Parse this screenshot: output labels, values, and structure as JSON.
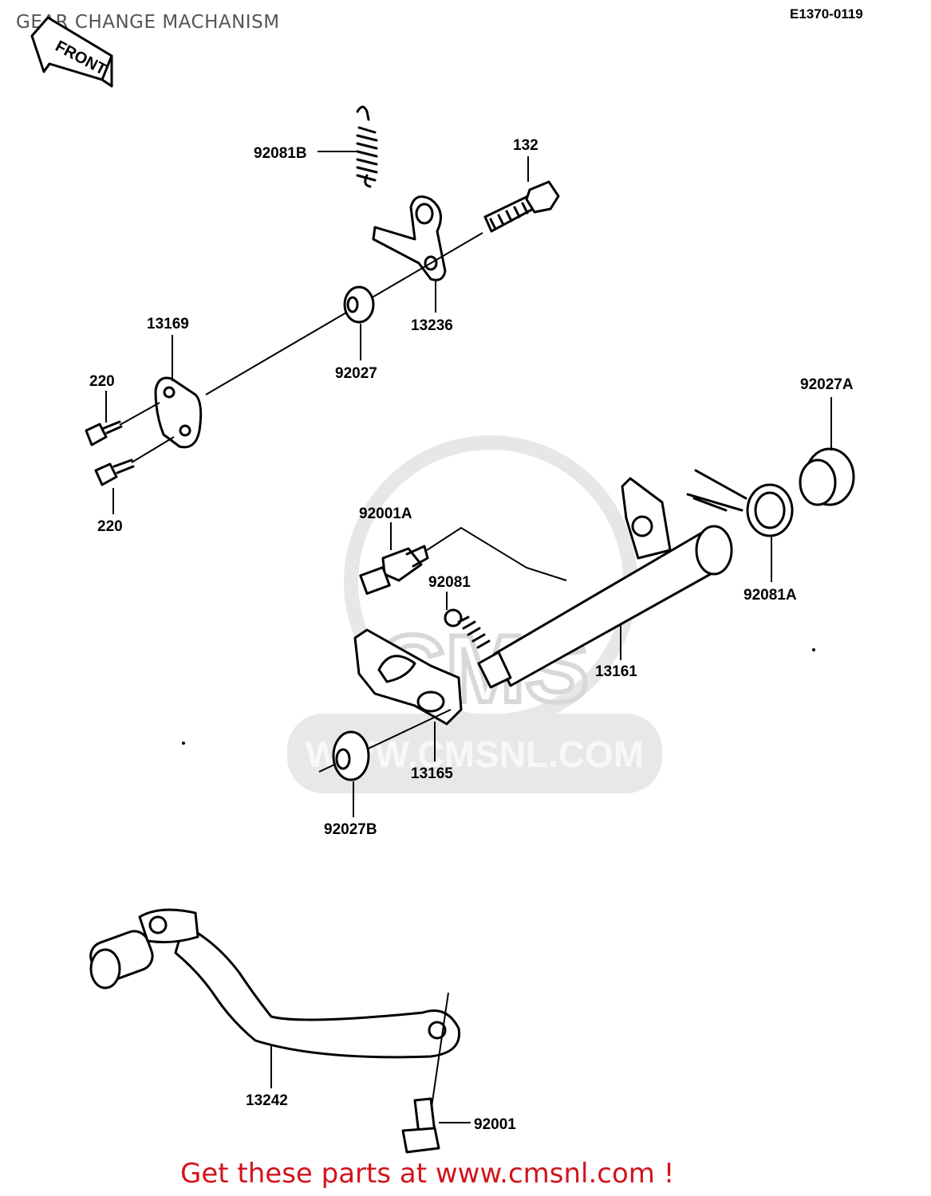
{
  "header": {
    "title": "GEAR CHANGE MACHANISM",
    "diagram_code": "E1370-0119"
  },
  "front_badge": "FRONT",
  "watermark": {
    "text": "WWW.CMSNL.COM",
    "letters": "CMS"
  },
  "parts": [
    "92081B",
    "132",
    "13236",
    "13169",
    "92027",
    "220",
    "220",
    "92027A",
    "92001A",
    "92081",
    "92081A",
    "13161",
    "13165",
    "92027B",
    "13242",
    "92001"
  ],
  "footer": {
    "link_text": "Get these parts at www.cmsnl.com !"
  },
  "colors": {
    "footer_red": "#d2141b",
    "title_gray": "#555555"
  }
}
